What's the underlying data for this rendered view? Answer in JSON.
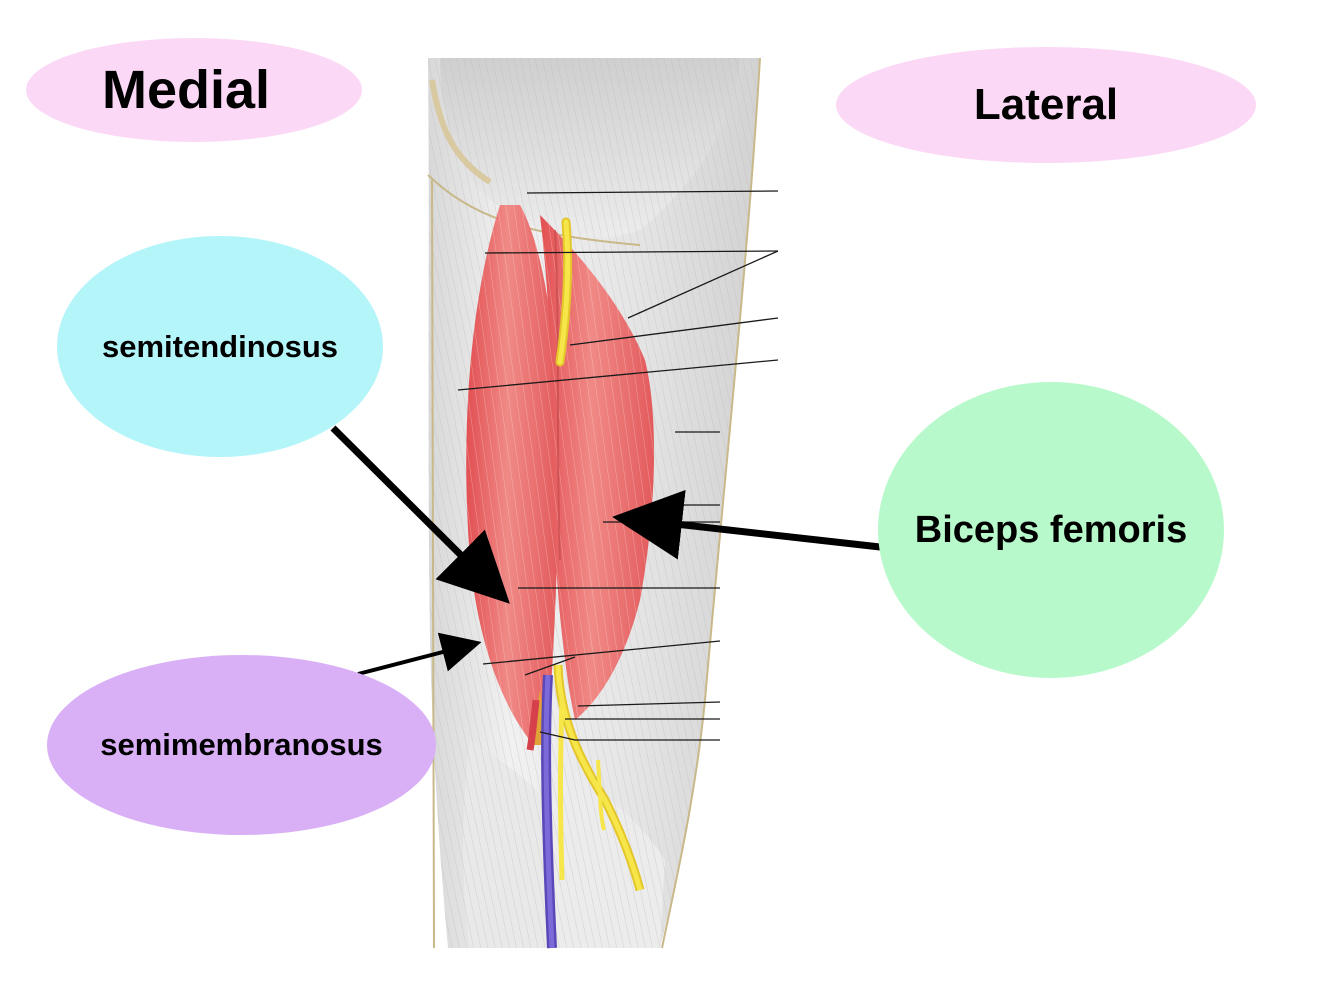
{
  "labels": {
    "medial": "Medial",
    "lateral": "Lateral",
    "semitendinosus": "semitendinosus",
    "biceps_femoris": "Biceps femoris",
    "semimembranosus": "semimembranosus"
  },
  "colors": {
    "medial_oval": "#fbd9f6",
    "lateral_oval": "#fbd9f6",
    "semitendinosus_oval": "#b3f5f9",
    "biceps_oval": "#b7f9cb",
    "semimembranosus_oval": "#d9b0f6",
    "muscle": "#e85f60",
    "muscle_highlight": "#f29a96",
    "nerve": "#f5e23c",
    "vein": "#6a55c8",
    "artery": "#d6404a",
    "fascia": "#e3e3e3",
    "arrow": "#000000"
  }
}
